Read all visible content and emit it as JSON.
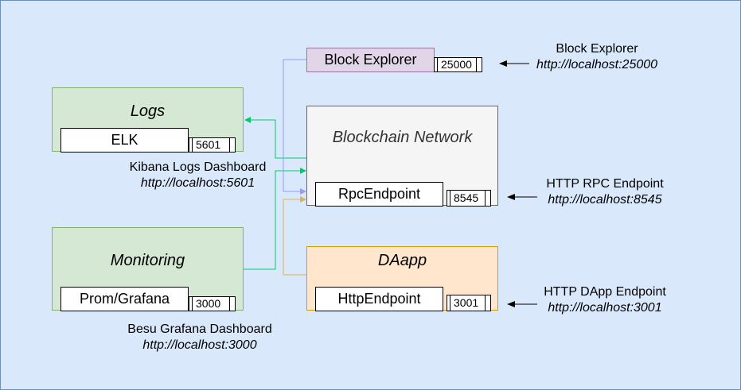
{
  "colors": {
    "background": "#dae8fc",
    "background_border": "#6c8ebf",
    "green_fill": "#d5e8d4",
    "green_stroke": "#82b366",
    "purple_fill": "#e1d5e7",
    "purple_stroke": "#9673a6",
    "orange_fill": "#ffe6cc",
    "orange_stroke": "#d79b00",
    "gray_fill": "#f5f5f5",
    "gray_stroke": "#666666",
    "wire_green": "#00cc66",
    "wire_purple": "#9999ff",
    "wire_orange": "#d6b656"
  },
  "logs": {
    "title": "Logs",
    "service": "ELK",
    "port": "5601"
  },
  "monitoring": {
    "title": "Monitoring",
    "service": "Prom/Grafana",
    "port": "3000"
  },
  "block_explorer": {
    "service": "Block Explorer",
    "port": "25000"
  },
  "blockchain": {
    "title": "Blockchain Network",
    "service": "RpcEndpoint",
    "port": "8545"
  },
  "dapp": {
    "title": "DAapp",
    "service": "HttpEndpoint",
    "port": "3001"
  },
  "labels": {
    "kibana": {
      "name": "Kibana Logs Dashboard",
      "url": "http://localhost:5601"
    },
    "grafana": {
      "name": "Besu Grafana Dashboard",
      "url": "http://localhost:3000"
    },
    "explorer": {
      "name": "Block Explorer",
      "url": "http://localhost:25000"
    },
    "rpc": {
      "name": "HTTP RPC Endpoint",
      "url": "http://localhost:8545"
    },
    "dapp": {
      "name": "HTTP DApp Endpoint",
      "url": "http://localhost:3001"
    }
  }
}
